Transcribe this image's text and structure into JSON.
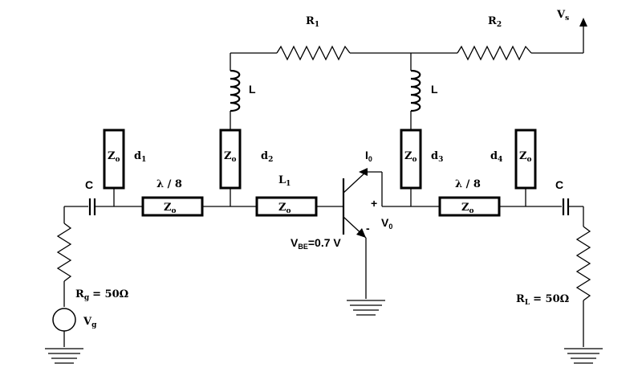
{
  "labels": {
    "R1": "R",
    "R1_sub": "1",
    "R2": "R",
    "R2_sub": "2",
    "Vs": "V",
    "Vs_sub": "s",
    "L_left": "L",
    "L_right": "L",
    "Z_text": "Z",
    "Z_sub": "o",
    "d1": "d",
    "d1_sub": "1",
    "d2": "d",
    "d2_sub": "2",
    "d3": "d",
    "d3_sub": "3",
    "d4": "d",
    "d4_sub": "4",
    "lambda_left": "λ / 8",
    "lambda_right": "λ / 8",
    "L1": "L",
    "L1_sub": "1",
    "I0": "I",
    "I0_sub": "0",
    "V0": "V",
    "V0_sub": "0",
    "plus": "+",
    "minus": "-",
    "VBE": "V",
    "VBE_sub": "BE",
    "VBE_val": "=0.7 V",
    "C_left": "C",
    "C_right": "C",
    "Rg": "R",
    "Rg_sub": "g",
    "Rg_val": "= 50Ω",
    "RL": "R",
    "RL_sub": "L",
    "RL_val": "= 50Ω",
    "Vg": "V",
    "Vg_sub": "g"
  }
}
